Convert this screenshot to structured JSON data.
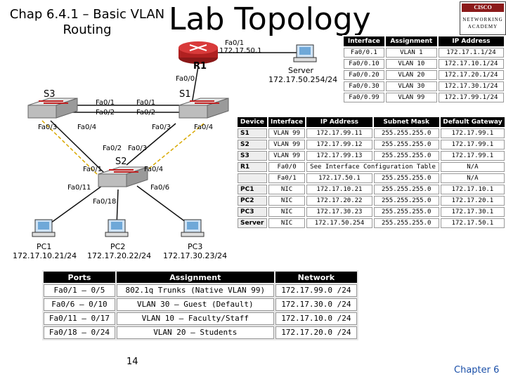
{
  "title_left": [
    "Chap 6.4.1 – Basic VLAN",
    "Routing"
  ],
  "title_main": "Lab Topology",
  "logo": {
    "line1": "CISCO SYSTEMS",
    "line2": "NETWORKING ACADEMY"
  },
  "devices": {
    "r1": "R1",
    "s1": "S1",
    "s2": "S2",
    "s3": "S3",
    "server": [
      "Server",
      "172.17.50.254/24"
    ],
    "pc1": [
      "PC1",
      "172.17.10.21/24"
    ],
    "pc2": [
      "PC2",
      "172.17.20.22/24"
    ],
    "pc3": [
      "PC3",
      "172.17.30.23/24"
    ]
  },
  "port_labels": {
    "r1_fa01": "Fa0/1",
    "r1_ip": "172.17.50.1",
    "r1_fa00": "Fa0/0",
    "s3_fa01": "Fa0/1",
    "s3_fa02": "Fa0/2",
    "s1_fa01": "Fa0/1",
    "s1_fa02": "Fa0/2",
    "s3_fa03": "Fa0/3",
    "s3_fa04": "Fa0/4",
    "s1_fa03": "Fa0/3",
    "s1_fa04": "Fa0/4",
    "s2_fa02": "Fa0/2",
    "s2_fa03": "Fa0/3",
    "s2_fa01": "Fa0/1",
    "s2_fa04": "Fa0/4",
    "s2_fa11": "Fa0/11",
    "s2_fa06": "Fa0/6",
    "s2_fa18": "Fa0/18"
  },
  "r1_table": {
    "headers": [
      "Interface",
      "Assignment",
      "IP Address"
    ],
    "rows": [
      [
        "Fa0/0.1",
        "VLAN 1",
        "172.17.1.1/24"
      ],
      [
        "Fa0/0.10",
        "VLAN 10",
        "172.17.10.1/24"
      ],
      [
        "Fa0/0.20",
        "VLAN 20",
        "172.17.20.1/24"
      ],
      [
        "Fa0/0.30",
        "VLAN 30",
        "172.17.30.1/24"
      ],
      [
        "Fa0/0.99",
        "VLAN 99",
        "172.17.99.1/24"
      ]
    ]
  },
  "addr_table": {
    "headers": [
      "Device",
      "Interface",
      "IP Address",
      "Subnet Mask",
      "Default Gateway"
    ],
    "rows": [
      [
        "S1",
        "VLAN 99",
        "172.17.99.11",
        "255.255.255.0",
        "172.17.99.1"
      ],
      [
        "S2",
        "VLAN 99",
        "172.17.99.12",
        "255.255.255.0",
        "172.17.99.1"
      ],
      [
        "S3",
        "VLAN 99",
        "172.17.99.13",
        "255.255.255.0",
        "172.17.99.1"
      ],
      [
        "R1",
        "Fa0/0",
        "See Interface Configuration Table",
        "",
        "N/A"
      ],
      [
        "",
        "Fa0/1",
        "172.17.50.1",
        "255.255.255.0",
        "N/A"
      ],
      [
        "PC1",
        "NIC",
        "172.17.10.21",
        "255.255.255.0",
        "172.17.10.1"
      ],
      [
        "PC2",
        "NIC",
        "172.17.20.22",
        "255.255.255.0",
        "172.17.20.1"
      ],
      [
        "PC3",
        "NIC",
        "172.17.30.23",
        "255.255.255.0",
        "172.17.30.1"
      ],
      [
        "Server",
        "NIC",
        "172.17.50.254",
        "255.255.255.0",
        "172.17.50.1"
      ]
    ]
  },
  "vlan_table": {
    "headers": [
      "Ports",
      "Assignment",
      "Network"
    ],
    "rows": [
      [
        "Fa0/1 – 0/5",
        "802.1q Trunks (Native VLAN 99)",
        "172.17.99.0 /24"
      ],
      [
        "Fa0/6 – 0/10",
        "VLAN 30 – Guest (Default)",
        "172.17.30.0 /24"
      ],
      [
        "Fa0/11 – 0/17",
        "VLAN 10 – Faculty/Staff",
        "172.17.10.0 /24"
      ],
      [
        "Fa0/18 – 0/24",
        "VLAN 20 – Students",
        "172.17.20.0 /24"
      ]
    ]
  },
  "page_number": "14",
  "chapter": "Chapter 6",
  "colors": {
    "link": "#111111",
    "trunk": "#d8a800",
    "router": "#cc2222",
    "chapter_text": "#1a4fa8"
  }
}
